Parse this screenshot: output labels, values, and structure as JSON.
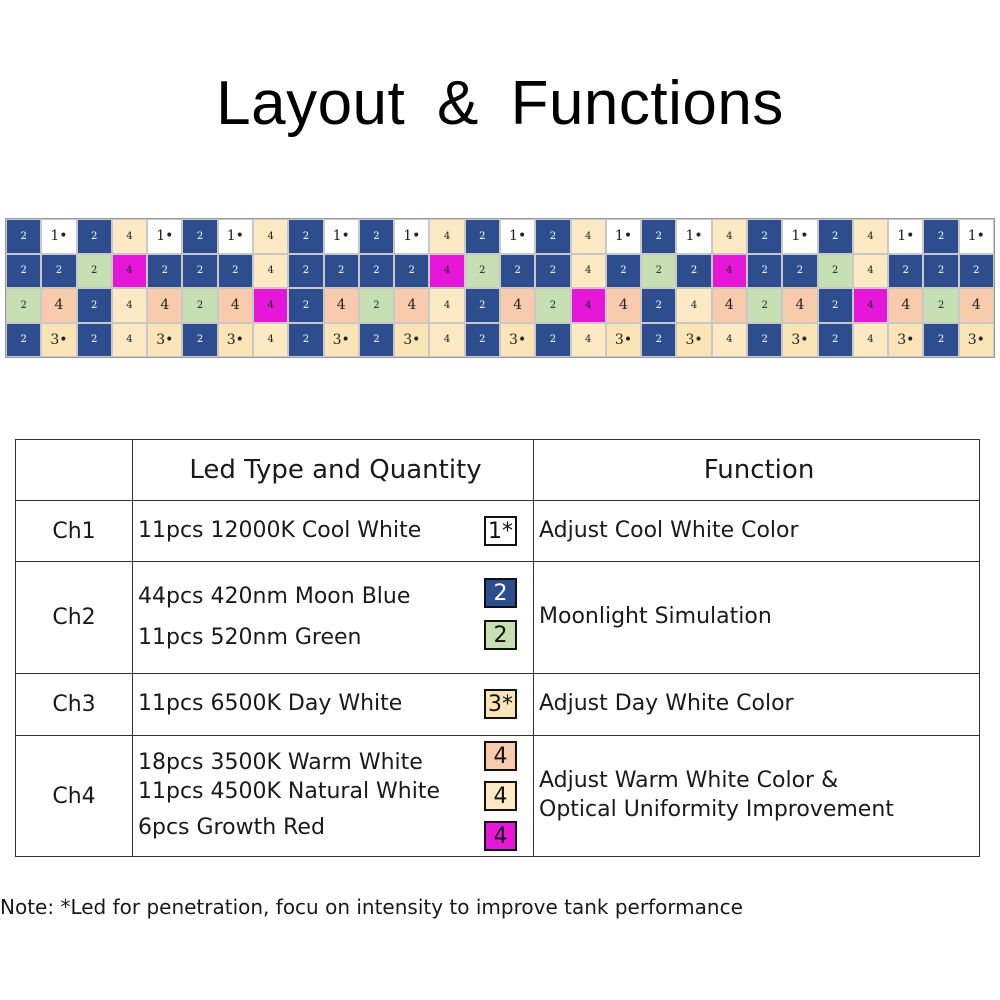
{
  "title": "Layout  &  Functions",
  "colors": {
    "blue": "#2e4d8f",
    "white": "#ffffff",
    "green": "#c6e0b4",
    "warm": "#f8cbad",
    "natural": "#fde9c4",
    "day": "#fbe5b6",
    "red": "#e617d8"
  },
  "led_grid": {
    "rows": [
      [
        [
          "2",
          "blue"
        ],
        [
          "1•",
          "white"
        ],
        [
          "2",
          "blue"
        ],
        [
          "4",
          "natural"
        ],
        [
          "1•",
          "white"
        ],
        [
          "2",
          "blue"
        ],
        [
          "1•",
          "white"
        ],
        [
          "4",
          "natural"
        ],
        [
          "2",
          "blue"
        ],
        [
          "1•",
          "white"
        ],
        [
          "2",
          "blue"
        ],
        [
          "1•",
          "white"
        ],
        [
          "4",
          "natural"
        ],
        [
          "2",
          "blue"
        ],
        [
          "1•",
          "white"
        ],
        [
          "2",
          "blue"
        ],
        [
          "4",
          "natural"
        ],
        [
          "1•",
          "white"
        ],
        [
          "2",
          "blue"
        ],
        [
          "1•",
          "white"
        ],
        [
          "4",
          "natural"
        ],
        [
          "2",
          "blue"
        ],
        [
          "1•",
          "white"
        ],
        [
          "2",
          "blue"
        ],
        [
          "4",
          "natural"
        ],
        [
          "1•",
          "white"
        ],
        [
          "2",
          "blue"
        ],
        [
          "1•",
          "white"
        ]
      ],
      [
        [
          "2",
          "blue"
        ],
        [
          "2",
          "blue"
        ],
        [
          "2",
          "green"
        ],
        [
          "4",
          "red"
        ],
        [
          "2",
          "blue"
        ],
        [
          "2",
          "blue"
        ],
        [
          "2",
          "blue"
        ],
        [
          "4",
          "natural"
        ],
        [
          "2",
          "blue"
        ],
        [
          "2",
          "blue"
        ],
        [
          "2",
          "blue"
        ],
        [
          "2",
          "blue"
        ],
        [
          "4",
          "red"
        ],
        [
          "2",
          "green"
        ],
        [
          "2",
          "blue"
        ],
        [
          "2",
          "blue"
        ],
        [
          "4",
          "natural"
        ],
        [
          "2",
          "blue"
        ],
        [
          "2",
          "green"
        ],
        [
          "2",
          "blue"
        ],
        [
          "4",
          "red"
        ],
        [
          "2",
          "blue"
        ],
        [
          "2",
          "blue"
        ],
        [
          "2",
          "green"
        ],
        [
          "4",
          "natural"
        ],
        [
          "2",
          "blue"
        ],
        [
          "2",
          "blue"
        ],
        [
          "2",
          "blue"
        ]
      ],
      [
        [
          "2",
          "green"
        ],
        [
          "4",
          "warm"
        ],
        [
          "2",
          "blue"
        ],
        [
          "4",
          "natural"
        ],
        [
          "4",
          "warm"
        ],
        [
          "2",
          "green"
        ],
        [
          "4",
          "warm"
        ],
        [
          "4",
          "red"
        ],
        [
          "2",
          "blue"
        ],
        [
          "4",
          "warm"
        ],
        [
          "2",
          "green"
        ],
        [
          "4",
          "warm"
        ],
        [
          "4",
          "natural"
        ],
        [
          "2",
          "blue"
        ],
        [
          "4",
          "warm"
        ],
        [
          "2",
          "green"
        ],
        [
          "4",
          "red"
        ],
        [
          "4",
          "warm"
        ],
        [
          "2",
          "blue"
        ],
        [
          "4",
          "natural"
        ],
        [
          "4",
          "warm"
        ],
        [
          "2",
          "green"
        ],
        [
          "4",
          "warm"
        ],
        [
          "2",
          "blue"
        ],
        [
          "4",
          "red"
        ],
        [
          "4",
          "warm"
        ],
        [
          "2",
          "green"
        ],
        [
          "4",
          "warm"
        ]
      ],
      [
        [
          "2",
          "blue"
        ],
        [
          "3•",
          "day"
        ],
        [
          "2",
          "blue"
        ],
        [
          "4",
          "natural"
        ],
        [
          "3•",
          "day"
        ],
        [
          "2",
          "blue"
        ],
        [
          "3•",
          "day"
        ],
        [
          "4",
          "natural"
        ],
        [
          "2",
          "blue"
        ],
        [
          "3•",
          "day"
        ],
        [
          "2",
          "blue"
        ],
        [
          "3•",
          "day"
        ],
        [
          "4",
          "natural"
        ],
        [
          "2",
          "blue"
        ],
        [
          "3•",
          "day"
        ],
        [
          "2",
          "blue"
        ],
        [
          "4",
          "natural"
        ],
        [
          "3•",
          "day"
        ],
        [
          "2",
          "blue"
        ],
        [
          "3•",
          "day"
        ],
        [
          "4",
          "natural"
        ],
        [
          "2",
          "blue"
        ],
        [
          "3•",
          "day"
        ],
        [
          "2",
          "blue"
        ],
        [
          "4",
          "natural"
        ],
        [
          "3•",
          "day"
        ],
        [
          "2",
          "blue"
        ],
        [
          "3•",
          "day"
        ]
      ]
    ]
  },
  "table": {
    "headers": {
      "channel": "",
      "type": "Led Type and Quantity",
      "function": "Function"
    },
    "rows": [
      {
        "channel": "Ch1",
        "types": [
          {
            "text": "11pcs 12000K Cool White",
            "swatch": "1*"
          }
        ],
        "function": [
          "Adjust Cool White Color"
        ]
      },
      {
        "channel": "Ch2",
        "types": [
          {
            "text": "44pcs 420nm Moon Blue",
            "swatch": "2"
          },
          {
            "text": "11pcs 520nm Green",
            "swatch": "2"
          }
        ],
        "function": [
          "Moonlight Simulation"
        ]
      },
      {
        "channel": "Ch3",
        "types": [
          {
            "text": "11pcs 6500K Day White",
            "swatch": "3*"
          }
        ],
        "function": [
          "Adjust Day White Color"
        ]
      },
      {
        "channel": "Ch4",
        "types": [
          {
            "text": "18pcs 3500K Warm White",
            "swatch": "4"
          },
          {
            "text": "11pcs 4500K Natural White",
            "swatch": "4"
          },
          {
            "text": "6pcs Growth Red",
            "swatch": "4"
          }
        ],
        "function": [
          "Adjust Warm White Color &",
          "Optical Uniformity Improvement"
        ]
      }
    ]
  },
  "note": "Note: *Led for penetration, focu on intensity to improve tank performance"
}
